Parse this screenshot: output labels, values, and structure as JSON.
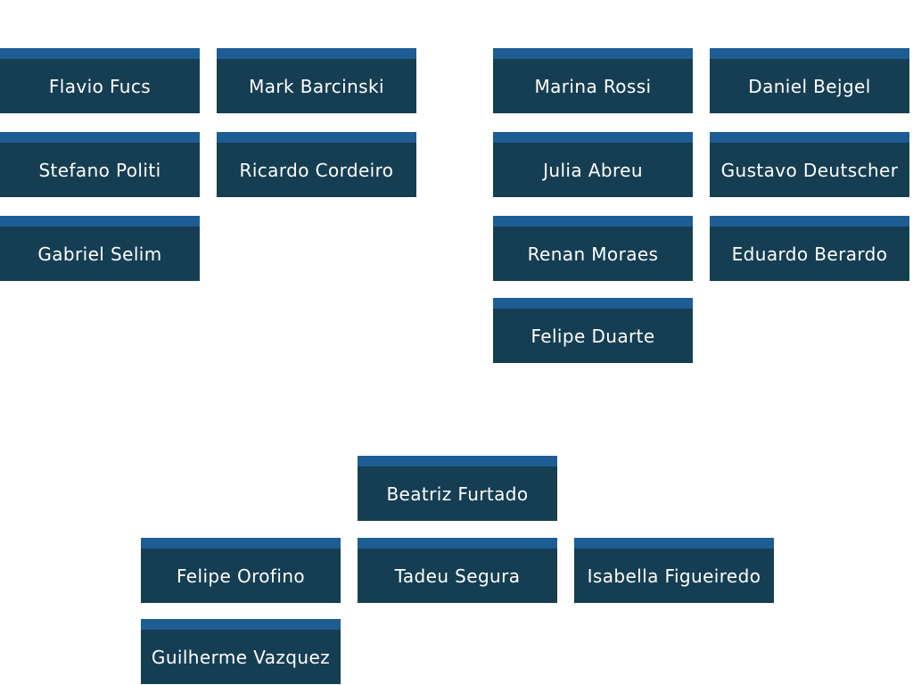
{
  "groups": [
    {
      "heading": "",
      "members": [
        "Flavio Fucs",
        "Mark Barcinski",
        "Stefano Politi",
        "Ricardo Cordeiro",
        "Gabriel Selim"
      ]
    },
    {
      "heading": "",
      "members": [
        "Marina Rossi",
        "Daniel Bejgel",
        "Julia Abreu",
        "Gustavo Deutscher",
        "Renan Moraes",
        "Eduardo Berardo",
        "Felipe Duarte"
      ]
    },
    {
      "heading": "",
      "members": [
        "Beatriz Furtado",
        "Felipe Orofino",
        "Tadeu Segura",
        "Isabella Figueiredo",
        "Guilherme Vazquez"
      ]
    }
  ]
}
